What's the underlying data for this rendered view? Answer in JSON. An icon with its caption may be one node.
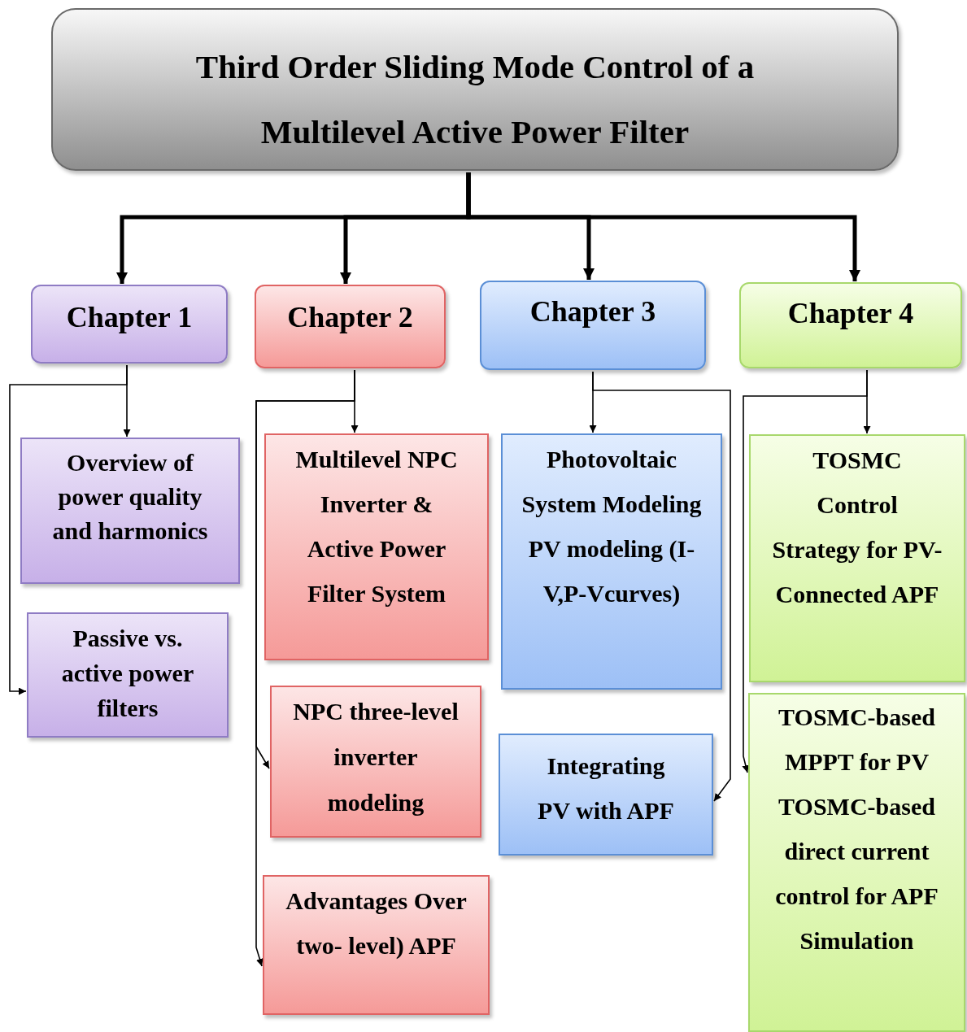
{
  "diagram": {
    "nodes": [
      {
        "text": [
          "Third Order Sliding Mode Control of a Multilevel Active Power Filter"
        ]
      },
      {
        "text": [
          "Chapter 1"
        ]
      },
      {
        "text": [
          "Chapter 2"
        ]
      },
      {
        "text": [
          "Chapter 3"
        ]
      },
      {
        "text": [
          "Chapter 4"
        ]
      },
      {
        "text": [
          "Overview of power quality and harmonics"
        ]
      },
      {
        "text": [
          "Passive vs. active power filters"
        ]
      },
      {
        "text": [
          "Multilevel NPC Inverter & Active Power Filter System"
        ]
      },
      {
        "text": [
          "NPC three-level inverter modeling"
        ]
      },
      {
        "text": [
          "Advantages Over two- level) APF"
        ]
      },
      {
        "text": [
          "Photovoltaic System Modeling",
          "PV modeling (I-V,P-Vcurves)"
        ]
      },
      {
        "text": [
          "Integrating PV with APF"
        ]
      },
      {
        "text": [
          "TOSMC Control Strategy for PV-Connected APF"
        ]
      },
      {
        "text": [
          "TOSMC-based MPPT for PV",
          "TOSMC-based direct current control for APF",
          "Simulation"
        ]
      }
    ],
    "edges": [
      {
        "from": 0,
        "to": 1,
        "arrow": "to",
        "style": "thick"
      },
      {
        "from": 0,
        "to": 2,
        "arrow": "to",
        "style": "thick"
      },
      {
        "from": 0,
        "to": 3,
        "arrow": "to",
        "style": "thick"
      },
      {
        "from": 0,
        "to": 4,
        "arrow": "to",
        "style": "thick"
      },
      {
        "from": 1,
        "to": 5,
        "arrow": "to"
      },
      {
        "from": 1,
        "to": 6,
        "arrow": "to"
      },
      {
        "from": 2,
        "to": 7,
        "arrow": "to"
      },
      {
        "from": 2,
        "to": 8,
        "arrow": "to"
      },
      {
        "from": 2,
        "to": 9,
        "arrow": "to"
      },
      {
        "from": 3,
        "to": 10,
        "arrow": "to"
      },
      {
        "from": 3,
        "to": 11,
        "arrow": "to"
      },
      {
        "from": 4,
        "to": 12,
        "arrow": "to"
      },
      {
        "from": 4,
        "to": 13,
        "arrow": "to"
      }
    ]
  }
}
